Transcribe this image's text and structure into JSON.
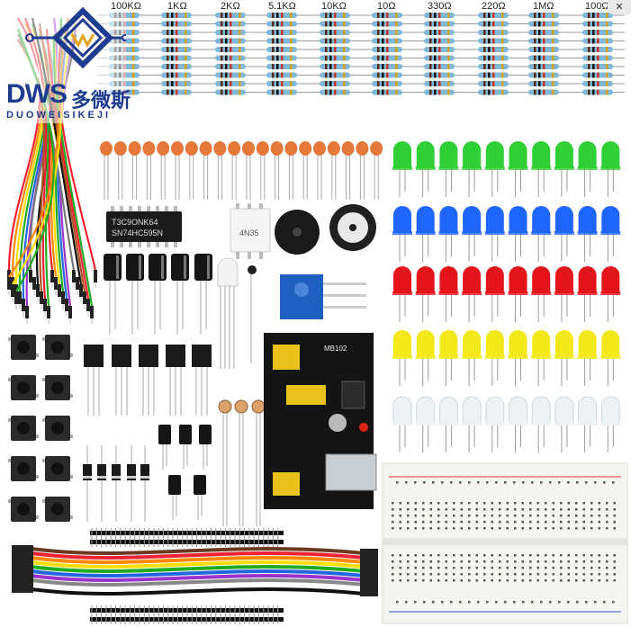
{
  "resistor_labels": [
    "100KΩ",
    "1KΩ",
    "2KΩ",
    "5.1KΩ",
    "10KΩ",
    "10Ω",
    "330Ω",
    "220Ω",
    "1MΩ",
    "100Ω"
  ],
  "logo": {
    "brand": "DWS",
    "brand_cn": "多微斯",
    "brand_sub": "DUOWEISIKEJI"
  },
  "chips": {
    "ic_text": "SN74HC595N",
    "ic_code": "T3C9ONK64",
    "optocoupler_text": "4N35"
  },
  "power_module_text": "MB102",
  "window": {
    "close_glyph": "✕"
  },
  "colors": {
    "led_green": "#2fcf35",
    "led_blue": "#1f66ff",
    "led_red": "#e3151b",
    "led_yellow": "#f3e81a",
    "led_white": "#eef2f4",
    "logo_blue": "#1d3b8f"
  }
}
